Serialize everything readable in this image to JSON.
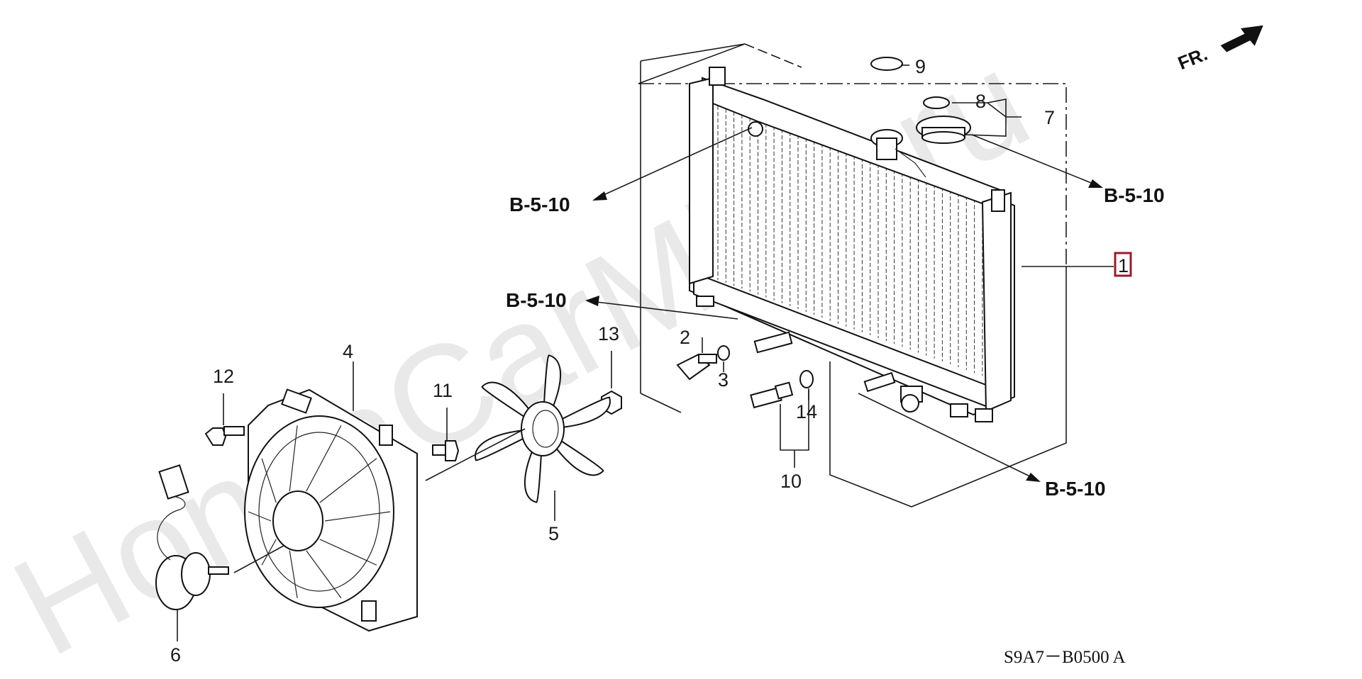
{
  "watermark": "HondaCarMine.ru",
  "orientation": "FR.",
  "drawing_code": "S9A7－B0500 A",
  "parts": [
    {
      "number": "1",
      "name": "radiator"
    },
    {
      "number": "2",
      "name": "drain-plug"
    },
    {
      "number": "3",
      "name": "o-ring-drain"
    },
    {
      "number": "4",
      "name": "fan-shroud"
    },
    {
      "number": "5",
      "name": "fan"
    },
    {
      "number": "6",
      "name": "fan-motor"
    },
    {
      "number": "7",
      "name": "radiator-cap"
    },
    {
      "number": "8",
      "name": "cap-seal"
    },
    {
      "number": "9",
      "name": "o-ring-filler"
    },
    {
      "number": "10",
      "name": "fan-switch"
    },
    {
      "number": "11",
      "name": "bolt-shroud"
    },
    {
      "number": "12",
      "name": "bolt-motor"
    },
    {
      "number": "13",
      "name": "fan-nut"
    },
    {
      "number": "14",
      "name": "o-ring-switch"
    }
  ],
  "references": [
    "B-5-10",
    "B-5-10",
    "B-5-10",
    "B-5-10"
  ],
  "colors": {
    "highlight": "#9b1b30",
    "line": "#1a1a1a",
    "watermark": "#e9e9e9"
  }
}
